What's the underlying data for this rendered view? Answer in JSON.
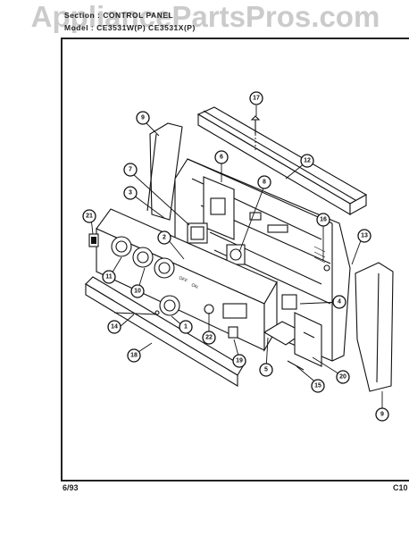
{
  "watermark": "AppliancePartsPros.com",
  "header": {
    "section_label": "Section :",
    "section_value": "CONTROL PANEL",
    "model_label": "Model :",
    "model_value": "CE3531W(P)  CE3531X(P)"
  },
  "footer": {
    "date": "6/93",
    "page_code": "C10"
  },
  "callouts": [
    {
      "label": "1"
    },
    {
      "label": "2"
    },
    {
      "label": "3"
    },
    {
      "label": "4"
    },
    {
      "label": "5"
    },
    {
      "label": "6"
    },
    {
      "label": "7"
    },
    {
      "label": "8"
    },
    {
      "label": "9"
    },
    {
      "label": "9"
    },
    {
      "label": "10"
    },
    {
      "label": "11"
    },
    {
      "label": "12"
    },
    {
      "label": "13"
    },
    {
      "label": "14"
    },
    {
      "label": "15"
    },
    {
      "label": "16"
    },
    {
      "label": "17"
    },
    {
      "label": "18"
    },
    {
      "label": "19"
    },
    {
      "label": "20"
    },
    {
      "label": "21"
    },
    {
      "label": "22"
    }
  ]
}
